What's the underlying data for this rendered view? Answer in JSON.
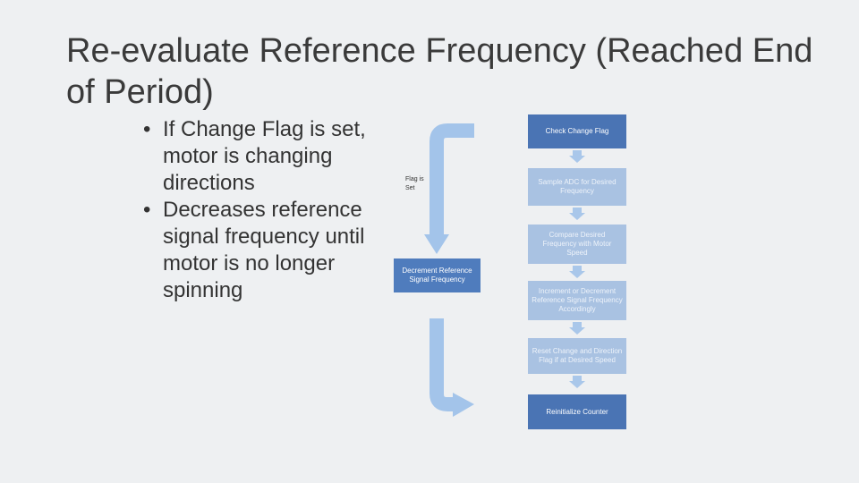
{
  "title": "Re-evaluate Reference Frequency (Reached End of Period)",
  "bullets": [
    "If Change Flag is set, motor is changing directions",
    "Decreases reference signal frequency until motor is no longer spinning"
  ],
  "flowchart": {
    "steps": [
      "Check Change Flag",
      "Sample ADC for Desired Frequency",
      "Compare Desired Frequency with Motor Speed",
      "Increment or Decrement Reference Signal Frequency Accordingly",
      "Reset Change and Direction Flag if at Desired Speed",
      "Reinitialize Counter"
    ],
    "branch_label": "Flag is Set",
    "branch_step": "Decrement Reference Signal Frequency"
  },
  "colors": {
    "step": "#5b88c6",
    "step_highlight": "#4a74b4",
    "arrow": "#a9c7ea",
    "connector": "#a3c4ea"
  }
}
